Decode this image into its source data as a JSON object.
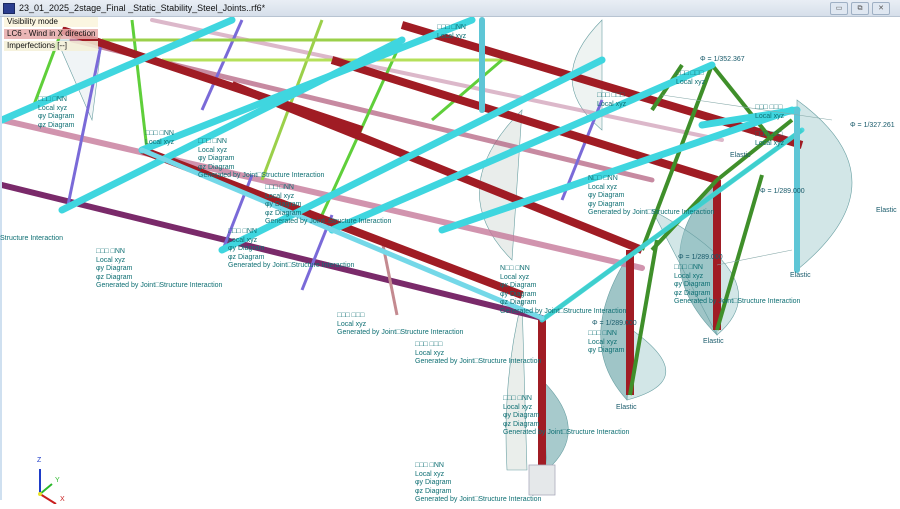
{
  "window": {
    "title": "23_01_2025_2stage_Final _Static_Stability_Steel_Joints..rf6*",
    "buttons": [
      "minimize",
      "restore",
      "close"
    ]
  },
  "info_panel": {
    "mode": "Visibility mode",
    "load_case": "LC6 - Wind in X direction",
    "imperfections": "Imperfections [--]"
  },
  "labels": [
    {
      "lines": [
        "□□□ □NN",
        "Local xyz",
        "φy  Diagram",
        "φz  Diagram"
      ]
    },
    {
      "lines": [
        "□□□ □NN",
        "Local xyz"
      ]
    },
    {
      "lines": [
        "□□□ □NN",
        "Local xyz",
        "φy  Diagram",
        "φz  Diagram",
        "Generated by Joint□Structure Interaction"
      ]
    },
    {
      "lines": [
        "Structure Interaction"
      ]
    },
    {
      "lines": [
        "□□□ □NN",
        "Local xyz",
        "φy  Diagram",
        "φz  Diagram",
        "Generated by Joint□Structure Interaction"
      ]
    },
    {
      "lines": [
        "□□□ □NN",
        "Local xyz",
        "φy  Diagram",
        "φz  Diagram",
        "Generated by Joint□Structure Interaction"
      ]
    },
    {
      "lines": [
        "□□□ □NN",
        "Local xyz",
        "φy  Diagram",
        "φz  Diagram",
        "Generated by Joint□Structure Interaction"
      ]
    },
    {
      "lines": [
        "□□□ □□□",
        "Local xyz",
        "Generated by Joint□Structure Interaction"
      ]
    },
    {
      "lines": [
        "□□□ □□□",
        "Local xyz",
        "Generated by Joint□Structure Interaction"
      ]
    },
    {
      "lines": [
        "N□□ □NN",
        "Local xyz",
        "φx  Diagram",
        "φy  Diagram",
        "φz  Diagram",
        "Generated by Joint□Structure Interaction"
      ]
    },
    {
      "lines": [
        "□□□ □NN",
        "Local xyz",
        "φy  Diagram",
        "φz  Diagram",
        "Generated by Joint□Structure Interaction"
      ]
    },
    {
      "lines": [
        "□□□ □NN",
        "Local xyz",
        "φy  Diagram",
        "φz  Diagram",
        "Generated by Joint□Structure Interaction"
      ]
    },
    {
      "lines": [
        "N□□ □NN",
        "Local xyz",
        "φy  Diagram",
        "φy  Diagram",
        "Generated by Joint□Structure Interaction"
      ]
    },
    {
      "lines": [
        "□□□ □NN",
        "Local xyz",
        "φy  Diagram",
        "φz  Diagram",
        "Generated by Joint□Structure Interaction"
      ]
    },
    {
      "lines": [
        "□□□ □NN",
        "Local xyz",
        "φy  Diagram"
      ]
    },
    {
      "lines": [
        "□□□ □NN",
        "Local xyz"
      ]
    },
    {
      "lines": [
        "□□□ □□□",
        "Local xyz"
      ]
    },
    {
      "lines": [
        "□□□ □□□",
        "Local xyz"
      ]
    },
    {
      "lines": [
        "□□□ □□□",
        "Local xyz"
      ]
    },
    {
      "lines": [
        "□□□ □□□",
        "Local xyz"
      ]
    }
  ],
  "phi_labels": [
    "Φ = 1/352.367",
    "Φ = 1/327.261",
    "Φ = 1/289.000",
    "Φ = 1/289.000",
    "Φ = 1/289.000"
  ],
  "elastic_labels": [
    "Elastic",
    "Elastic",
    "Elastic",
    "Elastic",
    "Elastic"
  ],
  "axes": {
    "x": "X",
    "y": "Y",
    "z": "Z"
  },
  "colors": {
    "red_member": "#a01c24",
    "cyan_member": "#3fd6df",
    "green_member": "#3f8f2a",
    "purple_member": "#7a2a6a",
    "label_text": "#0e6f73"
  }
}
